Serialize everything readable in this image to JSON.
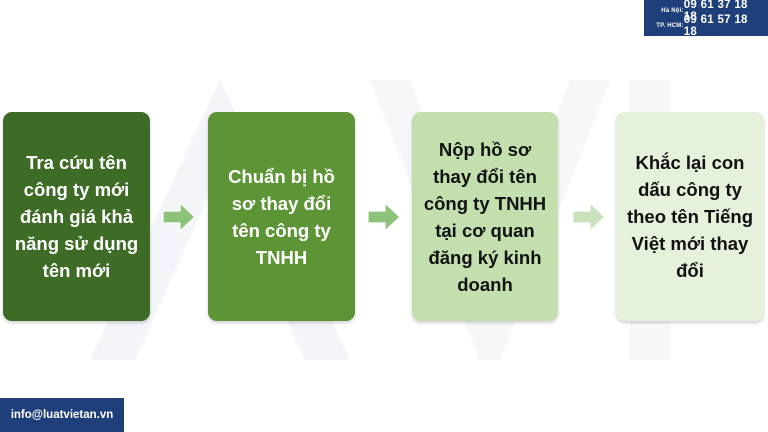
{
  "hotline": {
    "hanoi_label": "Hà Nội:",
    "hanoi_number": "09 61 37 18 18",
    "hcm_label": "TP. HCM:",
    "hcm_number": "09 61 57 18 18"
  },
  "email": "info@luatvietan.vn",
  "steps": [
    {
      "text": "Tra cứu tên công ty mới đánh giá khả năng sử dụng tên mới"
    },
    {
      "text": "Chuẩn bị hồ sơ thay đổi tên công ty TNHH"
    },
    {
      "text": "Nộp hồ sơ thay đổi tên công ty TNHH tại cơ quan đăng ký kinh doanh"
    },
    {
      "text": "Khắc lại con dấu công ty theo tên Tiếng Việt mới thay đổi"
    }
  ],
  "colors": {
    "brand_navy": "#1f3f7a",
    "step1": "#3e6b26",
    "step2": "#5c9436",
    "step3": "#c3dfae",
    "step4": "#e6f1dc",
    "arrow": "#8cc27a"
  },
  "icons": [
    "watermark-logo",
    "right-arrow-icon"
  ]
}
